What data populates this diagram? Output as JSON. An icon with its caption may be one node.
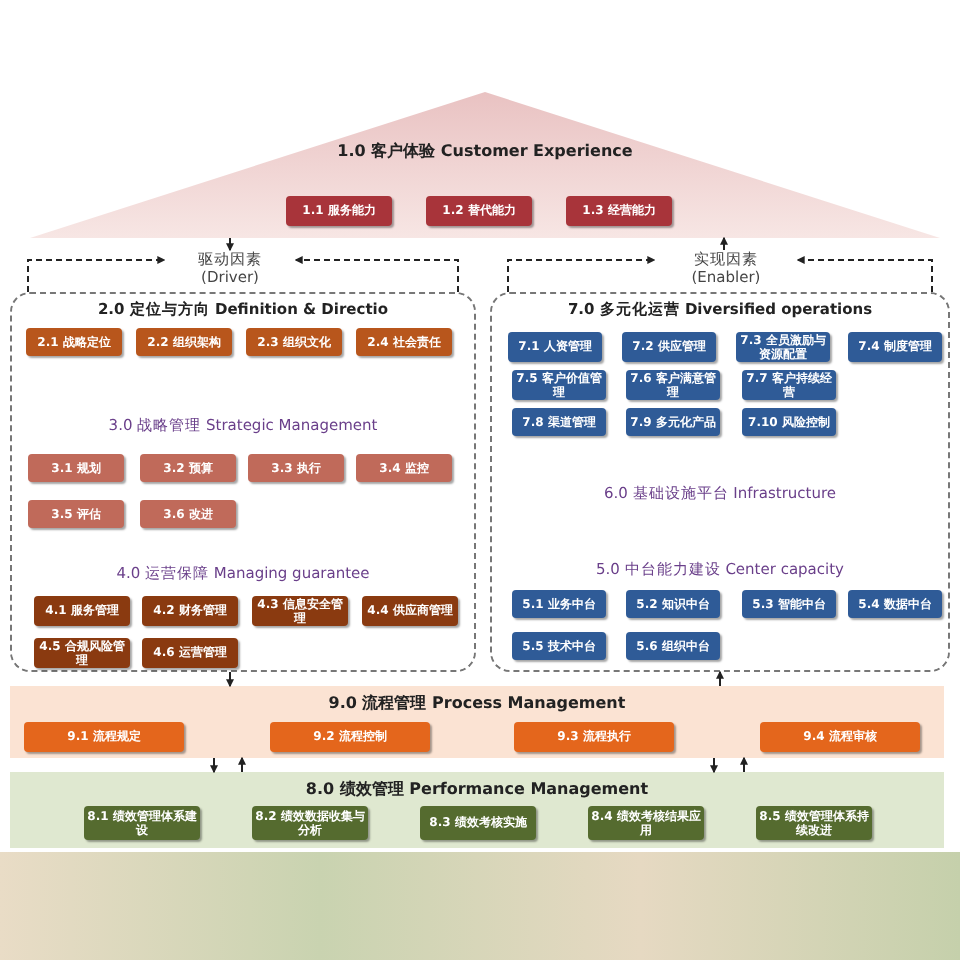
{
  "diagram": {
    "nodes": [
      {
        "text": [
          "1.0 客户体验 Customer Experience"
        ]
      },
      {
        "text": [
          "1.1 服务能力"
        ],
        "in": 0
      },
      {
        "text": [
          "1.2 替代能力"
        ],
        "in": 0
      },
      {
        "text": [
          "1.3 经营能力"
        ],
        "in": 0
      },
      {
        "text": [
          "驱动因素 (Driver)"
        ]
      },
      {
        "text": [
          "实现因素 (Enabler)"
        ]
      },
      {
        "text": [
          "2.0 定位与方向 Definition & Directio",
          "3.0 战略管理 Strategic Management",
          "4.0 运营保障 Managing guarantee"
        ]
      },
      {
        "text": [
          "2.1 战略定位"
        ],
        "in": 6
      },
      {
        "text": [
          "2.2 组织架构"
        ],
        "in": 6
      },
      {
        "text": [
          "2.3 组织文化"
        ],
        "in": 6
      },
      {
        "text": [
          "2.4 社会责任"
        ],
        "in": 6
      },
      {
        "text": [
          "3.1 规划"
        ],
        "in": 6
      },
      {
        "text": [
          "3.2 预算"
        ],
        "in": 6
      },
      {
        "text": [
          "3.3 执行"
        ],
        "in": 6
      },
      {
        "text": [
          "3.4 监控"
        ],
        "in": 6
      },
      {
        "text": [
          "3.5 评估"
        ],
        "in": 6
      },
      {
        "text": [
          "3.6 改进"
        ],
        "in": 6
      },
      {
        "text": [
          "4.1 服务管理"
        ],
        "in": 6
      },
      {
        "text": [
          "4.2 财务管理"
        ],
        "in": 6
      },
      {
        "text": [
          "4.3 信息安全管理"
        ],
        "in": 6
      },
      {
        "text": [
          "4.4 供应商管理"
        ],
        "in": 6
      },
      {
        "text": [
          "4.5 合规风险管理"
        ],
        "in": 6
      },
      {
        "text": [
          "4.6 运营管理"
        ],
        "in": 6
      },
      {
        "text": [
          "7.0 多元化运营 Diversified operations",
          "6.0 基础设施平台 Infrastructure",
          "5.0 中台能力建设 Center capacity"
        ]
      },
      {
        "text": [
          "7.1 人资管理"
        ],
        "in": 23
      },
      {
        "text": [
          "7.2 供应管理"
        ],
        "in": 23
      },
      {
        "text": [
          "7.3 全员激励与资源配置"
        ],
        "in": 23
      },
      {
        "text": [
          "7.4 制度管理"
        ],
        "in": 23
      },
      {
        "text": [
          "7.5 客户价值管理"
        ],
        "in": 23
      },
      {
        "text": [
          "7.6 客户满意管理"
        ],
        "in": 23
      },
      {
        "text": [
          "7.7 客户持续经营"
        ],
        "in": 23
      },
      {
        "text": [
          "7.8 渠道管理"
        ],
        "in": 23
      },
      {
        "text": [
          "7.9 多元化产品"
        ],
        "in": 23
      },
      {
        "text": [
          "7.10 风险控制"
        ],
        "in": 23
      },
      {
        "text": [
          "5.1 业务中台"
        ],
        "in": 23
      },
      {
        "text": [
          "5.2 知识中台"
        ],
        "in": 23
      },
      {
        "text": [
          "5.3 智能中台"
        ],
        "in": 23
      },
      {
        "text": [
          "5.4 数据中台"
        ],
        "in": 23
      },
      {
        "text": [
          "5.5 技术中台"
        ],
        "in": 23
      },
      {
        "text": [
          "5.6 组织中台"
        ],
        "in": 23
      },
      {
        "text": [
          "9.0 流程管理 Process Management"
        ]
      },
      {
        "text": [
          "9.1 流程规定"
        ],
        "in": 40
      },
      {
        "text": [
          "9.2 流程控制"
        ],
        "in": 40
      },
      {
        "text": [
          "9.3 流程执行"
        ],
        "in": 40
      },
      {
        "text": [
          "9.4 流程审核"
        ],
        "in": 40
      },
      {
        "text": [
          "8.0 绩效管理 Performance Management"
        ]
      },
      {
        "text": [
          "8.1 绩效管理体系建设"
        ],
        "in": 45
      },
      {
        "text": [
          "8.2 绩效数据收集与分析"
        ],
        "in": 45
      },
      {
        "text": [
          "8.3 绩效考核实施"
        ],
        "in": 45
      },
      {
        "text": [
          "8.4 绩效考核结果应用"
        ],
        "in": 45
      },
      {
        "text": [
          "8.5 绩效管理体系持续改进"
        ],
        "in": 45
      }
    ],
    "edges": [
      {
        "from": 0,
        "to": 4,
        "arrow": "to"
      },
      {
        "from": 5,
        "to": 0,
        "arrow": "to"
      },
      {
        "from": 6,
        "to": 4,
        "arrow": "to",
        "style": "dashed"
      },
      {
        "from": 6,
        "to": 4,
        "arrow": "to",
        "style": "dashed"
      },
      {
        "from": 23,
        "to": 5,
        "arrow": "to",
        "style": "dashed"
      },
      {
        "from": 23,
        "to": 5,
        "arrow": "to",
        "style": "dashed"
      },
      {
        "from": 6,
        "to": 40,
        "arrow": "to"
      },
      {
        "from": 40,
        "to": 23,
        "arrow": "to"
      },
      {
        "from": 40,
        "to": 45,
        "arrow": "to"
      },
      {
        "from": 45,
        "to": 40,
        "arrow": "to"
      },
      {
        "from": 40,
        "to": 45,
        "arrow": "to"
      },
      {
        "from": 45,
        "to": 40,
        "arrow": "to"
      }
    ]
  }
}
